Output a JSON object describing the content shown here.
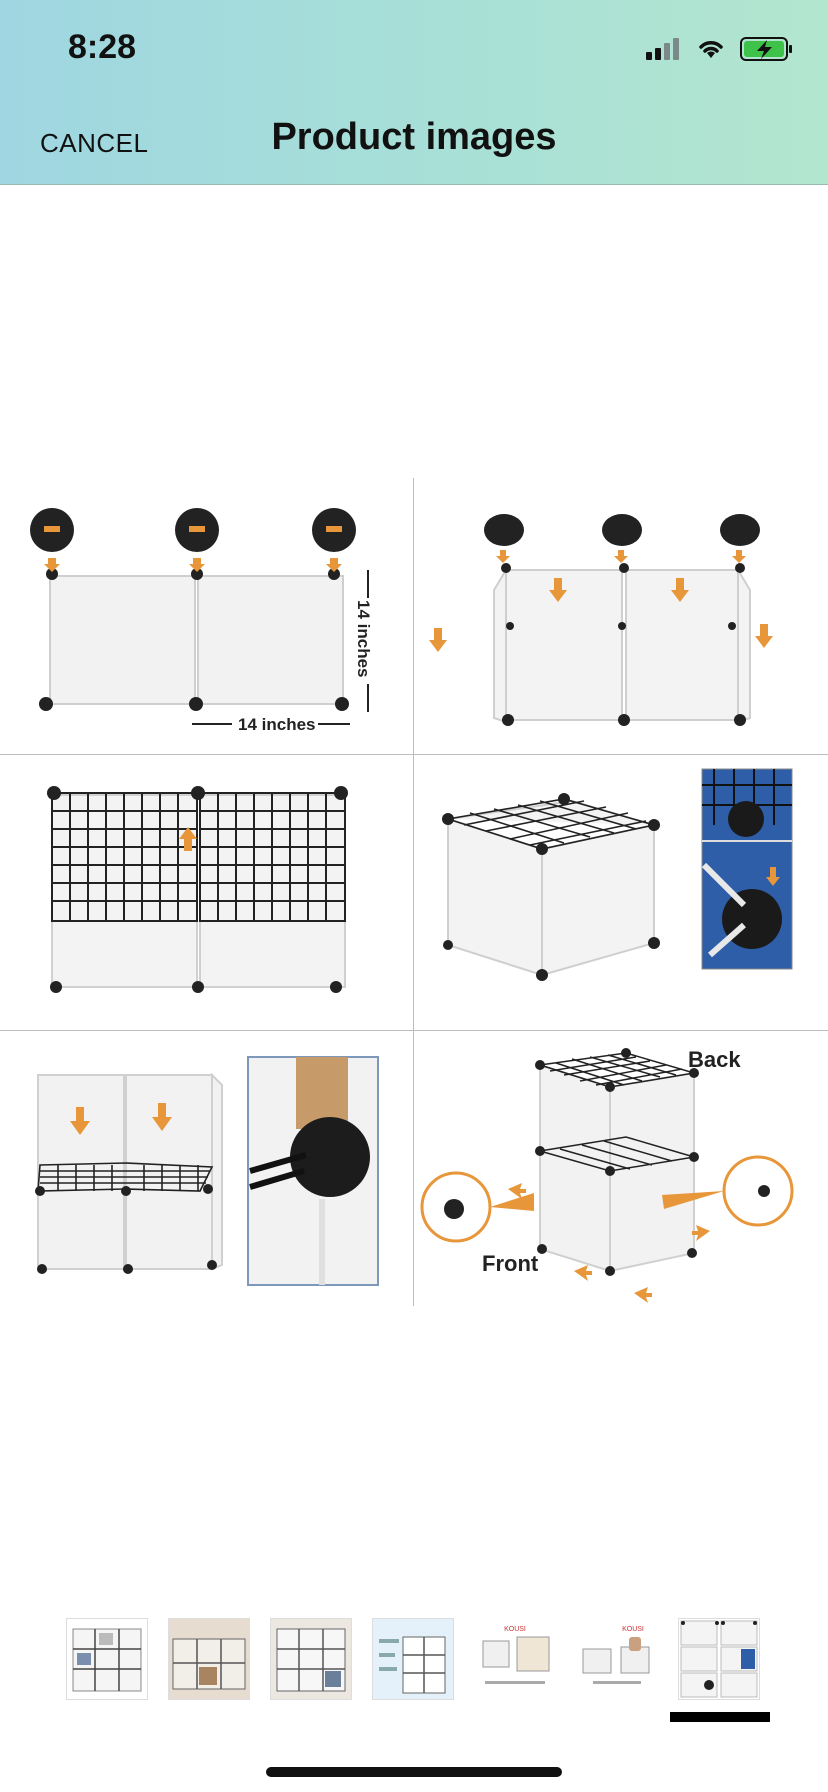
{
  "status_bar": {
    "time": "8:28",
    "icons": [
      "signal-icon",
      "wifi-icon",
      "battery-charging-icon"
    ]
  },
  "header": {
    "cancel_label": "CANCEL",
    "title": "Product images"
  },
  "main_image": {
    "panels": [
      {
        "name": "step-1",
        "labels": [
          "14 inches",
          "14 inches"
        ]
      },
      {
        "name": "step-2",
        "labels": []
      },
      {
        "name": "step-3",
        "labels": []
      },
      {
        "name": "step-4",
        "labels": []
      },
      {
        "name": "step-5",
        "labels": []
      },
      {
        "name": "step-6",
        "labels": [
          "Back",
          "Front"
        ]
      }
    ]
  },
  "thumbnails": {
    "count": 7,
    "selected_index": 6,
    "items": [
      {
        "label": ""
      },
      {
        "label": ""
      },
      {
        "label": ""
      },
      {
        "label": ""
      },
      {
        "label": "KOUSI"
      },
      {
        "label": "KOUSI"
      },
      {
        "label": ""
      }
    ]
  },
  "colors": {
    "header_start": "#9fd6e1",
    "header_end": "#b3e6cf",
    "accent_orange": "#e8963a"
  }
}
